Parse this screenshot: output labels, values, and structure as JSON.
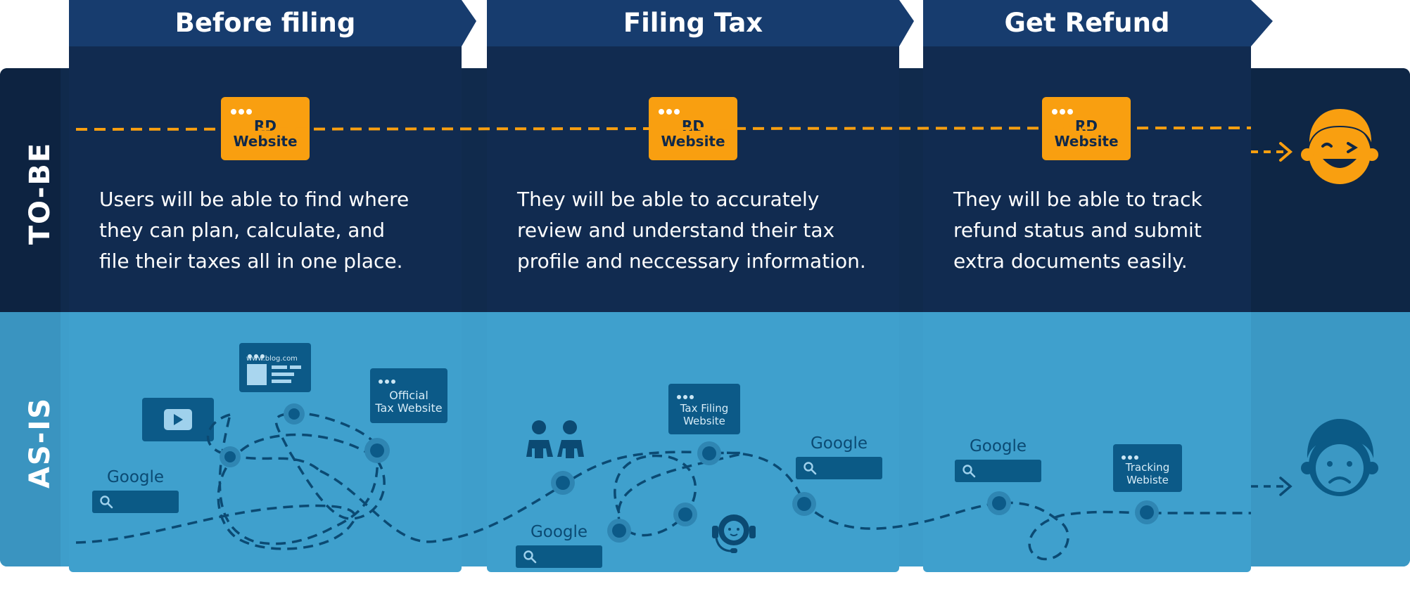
{
  "rows": {
    "tobe_label": "TO-BE",
    "asis_label": "AS-IS"
  },
  "phases": [
    {
      "title": "Before filing",
      "site_label_1": "RD",
      "site_label_2": "Website",
      "description_lines": [
        "Users will be able to find where",
        "they can plan, calculate, and",
        "file their taxes all in one place."
      ]
    },
    {
      "title": "Filing Tax",
      "site_label_1": "RD",
      "site_label_2": "Website",
      "description_lines": [
        "They will be able to accurately",
        "review and understand their tax",
        "profile and neccessary information."
      ]
    },
    {
      "title": "Get Refund",
      "site_label_1": "RD",
      "site_label_2": "Website",
      "description_lines": [
        "They will be able to track",
        "refund status and submit",
        "extra documents easily."
      ]
    }
  ],
  "asis": {
    "google_word": "Google",
    "blog_url": "www.blog.com",
    "official_site_lines": [
      "Official",
      "Tax Website"
    ],
    "tax_filing_lines": [
      "Tax Filing",
      "Website"
    ],
    "tracking_lines": [
      "Tracking",
      "Webiste"
    ]
  },
  "icons": [
    "happy-face-icon",
    "sad-face-icon",
    "video-play-icon",
    "people-icon",
    "headset-support-icon",
    "search-icon"
  ],
  "colors": {
    "navy": "#112b50",
    "sky": "#3fa0cd",
    "orange": "#f99f10",
    "deep_blue": "#0b5a86",
    "white": "#ffffff"
  }
}
